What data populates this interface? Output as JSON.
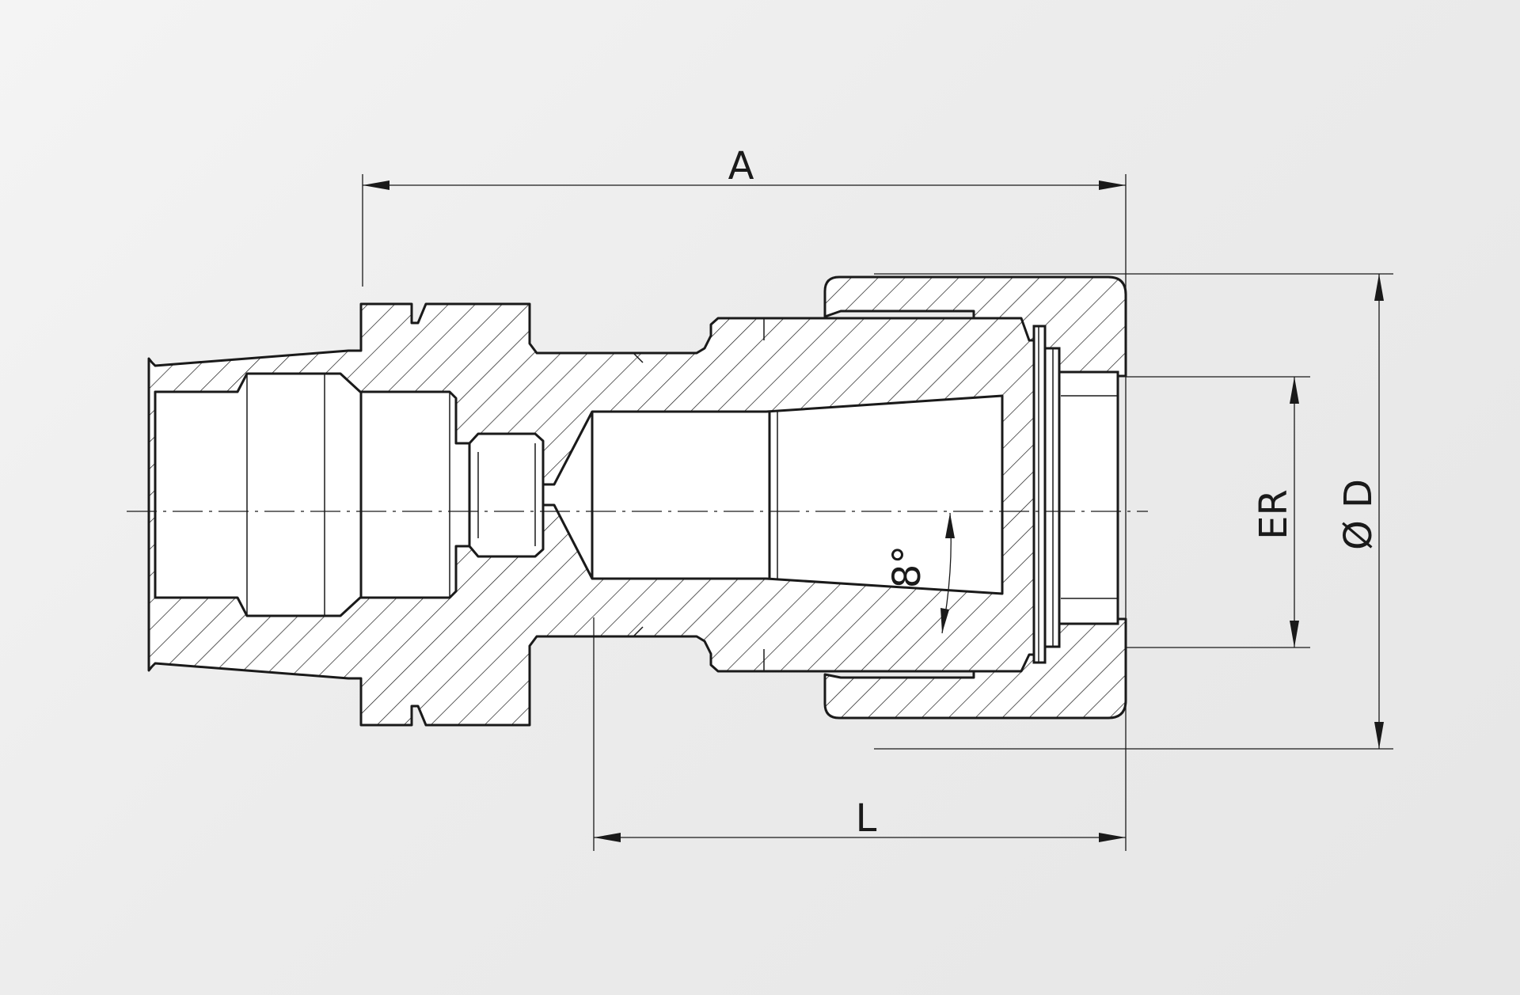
{
  "dimensions": {
    "overall_length": "A",
    "gauge_length": "L",
    "collet_size": "ER",
    "nut_diameter": "Ø D",
    "taper_angle": "8°"
  }
}
